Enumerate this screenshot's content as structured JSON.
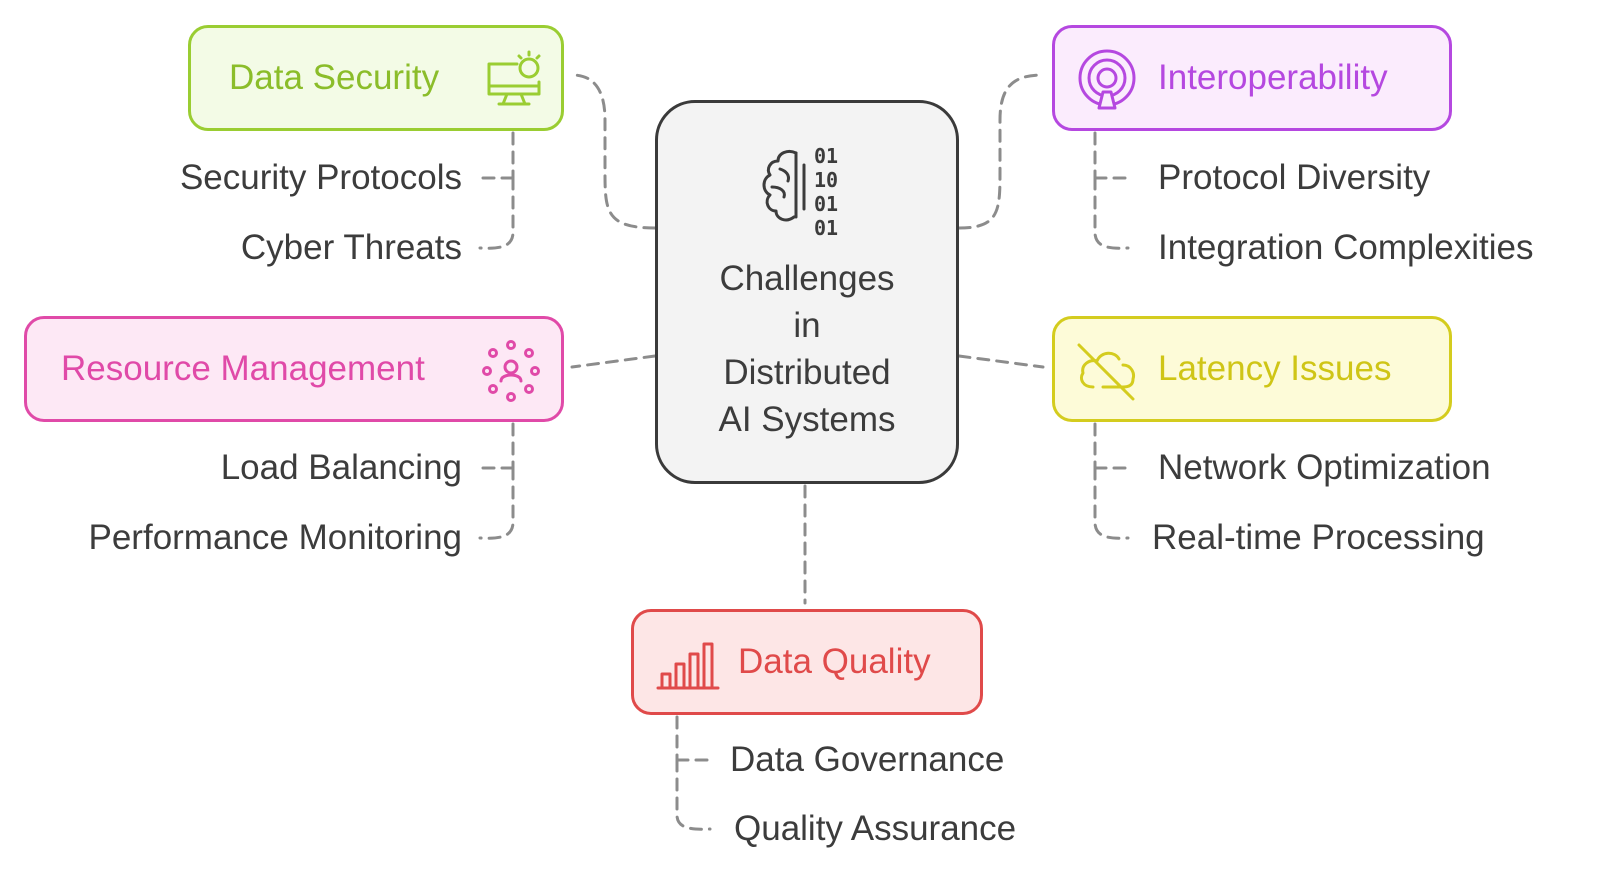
{
  "center": {
    "title": "Challenges\nin\nDistributed\nAI Systems",
    "icon": "brain-binary-icon"
  },
  "branches": {
    "data_security": {
      "label": "Data Security",
      "icon": "monitor-alert-icon",
      "color": "#9acd32",
      "items": [
        "Security Protocols",
        "Cyber Threats"
      ]
    },
    "interoperability": {
      "label": "Interoperability",
      "icon": "broadcast-icon",
      "color": "#b548e0",
      "items": [
        "Protocol Diversity",
        "Integration Complexities"
      ]
    },
    "resource_management": {
      "label": "Resource Management",
      "icon": "network-users-icon",
      "color": "#e04aa8",
      "items": [
        "Load Balancing",
        "Performance Monitoring"
      ]
    },
    "latency_issues": {
      "label": "Latency Issues",
      "icon": "cloud-off-icon",
      "color": "#d4cc1e",
      "items": [
        "Network Optimization",
        "Real-time Processing"
      ]
    },
    "data_quality": {
      "label": "Data Quality",
      "icon": "bar-chart-icon",
      "color": "#e04a4a",
      "items": [
        "Data Governance",
        "Quality Assurance"
      ]
    }
  }
}
